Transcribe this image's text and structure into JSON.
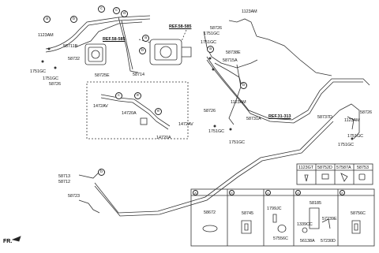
{
  "diagram": {
    "labels": {
      "l1123am_a": "1123AM",
      "l58711b": "58711B",
      "l58732": "58732",
      "l1751gc_a": "1751GC",
      "l1751gc_b": "1751GC",
      "l58726_a": "58726",
      "l58714": "58714",
      "ref58585_a": "REF.58-585",
      "ref58585_b": "REF.58-585",
      "l1123am_b": "1123AM",
      "l58726_b": "58726",
      "l1751gc_c": "1751GC",
      "l1751gc_d": "1751GC",
      "l58738e": "58738E",
      "l58715a": "58715A",
      "l58725e": "58725E",
      "l1472av_a": "1472AV",
      "l14720a_a": "14720A",
      "l1472av_b": "1472AV",
      "l14720a_b": "14720A",
      "l1123am_c": "1123AM",
      "l58726_c": "58726",
      "l58731a": "58731A",
      "l1751gc_e": "1751GC",
      "l1751gc_f": "1751GC",
      "ref31313": "REF.31-313",
      "l58737d": "58737D",
      "l58726_d": "58726",
      "l1123am_d": "1123AM",
      "l1751gc_g": "1751GC",
      "l1751gc_h": "1751GC",
      "l58713": "58713",
      "l58712": "58712",
      "l58723": "58723",
      "fr": "FR."
    },
    "markers": {
      "a": "a",
      "b": "b",
      "c": "c",
      "d": "d",
      "e": "e"
    },
    "parts_table": {
      "headers": [
        "1123GT",
        "58752D",
        "57587A",
        "58753"
      ]
    },
    "detail_boxes": [
      {
        "key": "a",
        "parts": [
          "58672"
        ]
      },
      {
        "key": "b",
        "parts": [
          "58745"
        ]
      },
      {
        "key": "c",
        "parts": [
          "1799JC",
          "57556C"
        ]
      },
      {
        "key": "d",
        "parts": [
          "58185",
          "57239E",
          "1339CC",
          "56138A",
          "57230D"
        ]
      },
      {
        "key": "e",
        "parts": [
          "58756C"
        ]
      }
    ]
  }
}
